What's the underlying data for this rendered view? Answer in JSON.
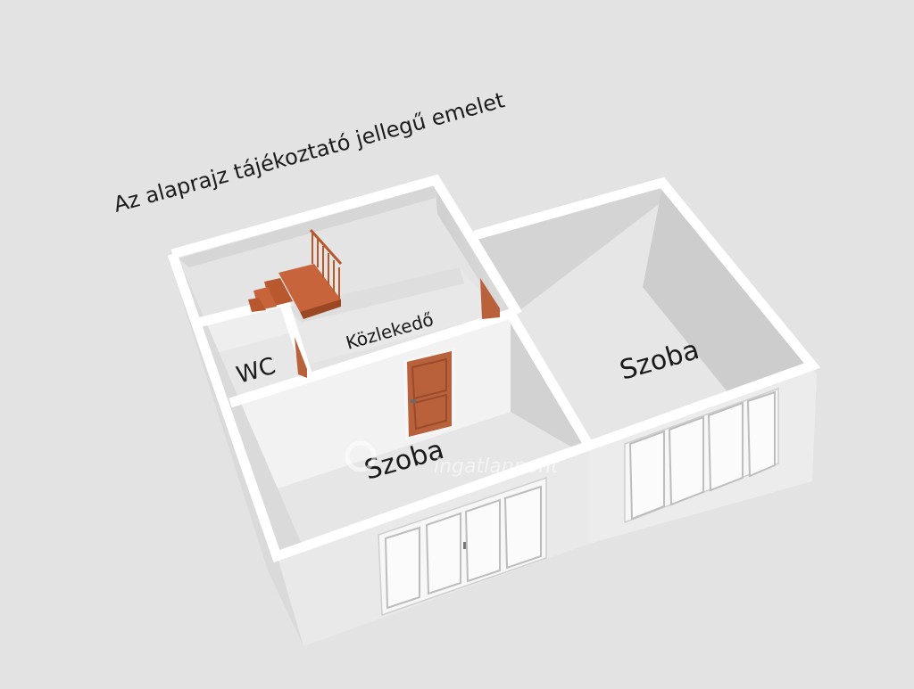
{
  "caption": "Az alaprajz tájékoztató jellegű emelet",
  "rooms": {
    "wc": "WC",
    "corridor": "Közlekedő",
    "room_left": "Szoba",
    "room_right": "Szoba"
  },
  "watermark": {
    "text": "ingatlanpont"
  },
  "colors": {
    "background": "#e3e3e3",
    "wall_top": "#ffffff",
    "wall_outer": "#e9e9e9",
    "floor": "#e6e6e6",
    "wood": "#c8643c",
    "door": "#b9613b"
  }
}
